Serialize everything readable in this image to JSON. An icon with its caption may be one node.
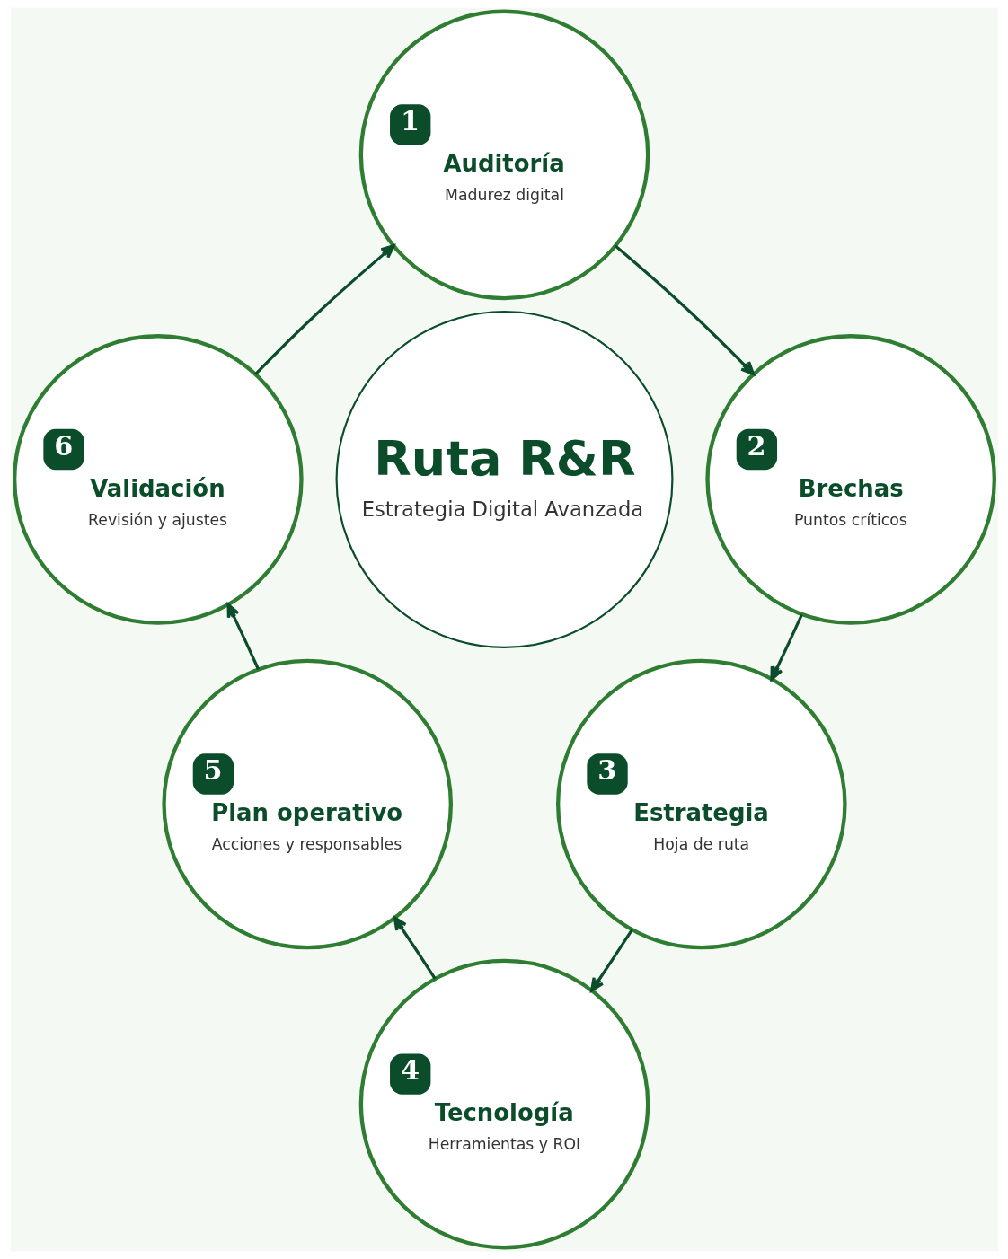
{
  "diagram": {
    "nodes": [
      {
        "text": [
          "Ruta R&R",
          "Estrategia Digital Avanzada"
        ]
      },
      {
        "text": [
          "1",
          "Auditoría",
          "Madurez digital"
        ]
      },
      {
        "text": [
          "2",
          "Brechas",
          "Puntos críticos"
        ]
      },
      {
        "text": [
          "3",
          "Estrategia",
          "Hoja de ruta"
        ]
      },
      {
        "text": [
          "4",
          "Tecnología",
          "Herramientas y ROI"
        ]
      },
      {
        "text": [
          "5",
          "Plan operativo",
          "Acciones y responsables"
        ]
      },
      {
        "text": [
          "6",
          "Validación",
          "Revisión y ajustes"
        ]
      }
    ],
    "edges": [
      {
        "from": 1,
        "to": 2,
        "arrow": "to"
      },
      {
        "from": 2,
        "to": 3,
        "arrow": "to"
      },
      {
        "from": 3,
        "to": 4,
        "arrow": "to"
      },
      {
        "from": 4,
        "to": 5,
        "arrow": "to"
      },
      {
        "from": 5,
        "to": 6,
        "arrow": "to"
      },
      {
        "from": 6,
        "to": 1,
        "arrow": "to"
      }
    ]
  }
}
